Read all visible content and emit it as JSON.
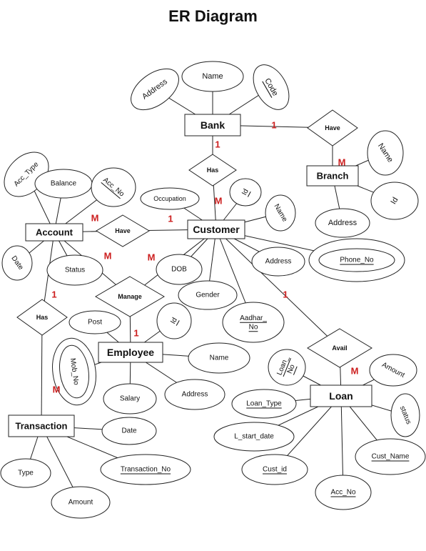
{
  "title": "ER Diagram",
  "nodes": [
    {
      "id": "bank",
      "type": "entity",
      "label": "Bank"
    },
    {
      "id": "branch",
      "type": "entity",
      "label": "Branch"
    },
    {
      "id": "account",
      "type": "entity",
      "label": "Account"
    },
    {
      "id": "customer",
      "type": "entity",
      "label": "Customer"
    },
    {
      "id": "employee",
      "type": "entity",
      "label": "Employee"
    },
    {
      "id": "loan",
      "type": "entity",
      "label": "Loan"
    },
    {
      "id": "transaction",
      "type": "entity",
      "label": "Transaction"
    },
    {
      "id": "have-bank-branch",
      "type": "relationship",
      "label": "Have"
    },
    {
      "id": "has-bank-customer",
      "type": "relationship",
      "label": "Has"
    },
    {
      "id": "have-account-customer",
      "type": "relationship",
      "label": "Have"
    },
    {
      "id": "manage",
      "type": "relationship",
      "label": "Manage"
    },
    {
      "id": "has-account-transaction",
      "type": "relationship",
      "label": "Has"
    },
    {
      "id": "avail",
      "type": "relationship",
      "label": "Avail"
    },
    {
      "id": "bank-address",
      "type": "attribute",
      "label": "Address"
    },
    {
      "id": "bank-name",
      "type": "attribute",
      "label": "Name"
    },
    {
      "id": "bank-code",
      "type": "attribute",
      "label": "Code",
      "key": true
    },
    {
      "id": "branch-name",
      "type": "attribute",
      "label": "Name"
    },
    {
      "id": "branch-id",
      "type": "attribute",
      "label": "Id"
    },
    {
      "id": "branch-address",
      "type": "attribute",
      "label": "Address"
    },
    {
      "id": "acc-type",
      "type": "attribute",
      "label": "Acc_Type"
    },
    {
      "id": "balance",
      "type": "attribute",
      "label": "Balance"
    },
    {
      "id": "acc-no",
      "type": "attribute",
      "label": "Acc_No",
      "key": true
    },
    {
      "id": "account-date",
      "type": "attribute",
      "label": "Date"
    },
    {
      "id": "account-status",
      "type": "attribute",
      "label": "Status"
    },
    {
      "id": "occupation",
      "type": "attribute",
      "label": "Occupation"
    },
    {
      "id": "customer-id",
      "type": "attribute",
      "label": "Id",
      "key": true
    },
    {
      "id": "customer-name",
      "type": "attribute",
      "label": "Name"
    },
    {
      "id": "customer-address",
      "type": "attribute",
      "label": "Address"
    },
    {
      "id": "phone-no",
      "type": "attribute",
      "label": "Phone_No",
      "multivalued": true,
      "spell": true
    },
    {
      "id": "dob",
      "type": "attribute",
      "label": "DOB"
    },
    {
      "id": "gender",
      "type": "attribute",
      "label": "Gender"
    },
    {
      "id": "aadhar-no",
      "type": "attribute",
      "label": "Aadhar_ No",
      "spell": true
    },
    {
      "id": "post",
      "type": "attribute",
      "label": "Post"
    },
    {
      "id": "employee-id",
      "type": "attribute",
      "label": "Id",
      "key": true
    },
    {
      "id": "employee-name",
      "type": "attribute",
      "label": "Name"
    },
    {
      "id": "mob-no",
      "type": "attribute",
      "label": "Mob_No",
      "multivalued": true
    },
    {
      "id": "salary",
      "type": "attribute",
      "label": "Salary"
    },
    {
      "id": "employee-address",
      "type": "attribute",
      "label": "Address"
    },
    {
      "id": "loan-no",
      "type": "attribute",
      "label": "Loan_ No",
      "key": true
    },
    {
      "id": "amount-loan",
      "type": "attribute",
      "label": "Amount"
    },
    {
      "id": "loan-type",
      "type": "attribute",
      "label": "Loan_Type",
      "spell": true
    },
    {
      "id": "loan-status",
      "type": "attribute",
      "label": "status"
    },
    {
      "id": "l-start-date",
      "type": "attribute",
      "label": "L_start_date"
    },
    {
      "id": "cust-id",
      "type": "attribute",
      "label": "Cust_id",
      "spell": true
    },
    {
      "id": "cust-name",
      "type": "attribute",
      "label": "Cust_Name",
      "spell": true
    },
    {
      "id": "loan-acc-no",
      "type": "attribute",
      "label": "Acc_No",
      "spell": true
    },
    {
      "id": "transaction-date",
      "type": "attribute",
      "label": "Date"
    },
    {
      "id": "transaction-no",
      "type": "attribute",
      "label": "Transaction_No",
      "spell": true
    },
    {
      "id": "transaction-type",
      "type": "attribute",
      "label": "Type"
    },
    {
      "id": "transaction-amount",
      "type": "attribute",
      "label": "Amount"
    }
  ],
  "edges": [
    {
      "from": "bank",
      "to": "have-bank-branch",
      "label": "1"
    },
    {
      "from": "have-bank-branch",
      "to": "branch",
      "label": "M"
    },
    {
      "from": "bank",
      "to": "has-bank-customer",
      "label": "1"
    },
    {
      "from": "has-bank-customer",
      "to": "customer",
      "label": "M"
    },
    {
      "from": "account",
      "to": "have-account-customer",
      "label": ""
    },
    {
      "from": "have-account-customer",
      "to": "customer",
      "label": ""
    },
    {
      "from": "account",
      "to": "manage",
      "label": ""
    },
    {
      "from": "customer",
      "to": "manage",
      "label": ""
    },
    {
      "from": "manage",
      "to": "employee",
      "label": ""
    },
    {
      "from": "account",
      "to": "has-account-transaction",
      "label": ""
    },
    {
      "from": "has-account-transaction",
      "to": "transaction",
      "label": ""
    },
    {
      "from": "customer",
      "to": "avail",
      "label": ""
    },
    {
      "from": "avail",
      "to": "loan",
      "label": ""
    },
    {
      "from": "bank",
      "to": "bank-address",
      "label": ""
    },
    {
      "from": "bank",
      "to": "bank-name",
      "label": ""
    },
    {
      "from": "bank",
      "to": "bank-code",
      "label": ""
    },
    {
      "from": "branch",
      "to": "branch-name",
      "label": ""
    },
    {
      "from": "branch",
      "to": "branch-id",
      "label": ""
    },
    {
      "from": "branch",
      "to": "branch-address",
      "label": ""
    },
    {
      "from": "account",
      "to": "acc-type",
      "label": ""
    },
    {
      "from": "account",
      "to": "balance",
      "label": ""
    },
    {
      "from": "account",
      "to": "acc-no",
      "label": ""
    },
    {
      "from": "account",
      "to": "account-date",
      "label": ""
    },
    {
      "from": "account",
      "to": "account-status",
      "label": ""
    },
    {
      "from": "customer",
      "to": "occupation",
      "label": ""
    },
    {
      "from": "customer",
      "to": "customer-id",
      "label": ""
    },
    {
      "from": "customer",
      "to": "customer-name",
      "label": ""
    },
    {
      "from": "customer",
      "to": "customer-address",
      "label": ""
    },
    {
      "from": "customer",
      "to": "phone-no",
      "label": ""
    },
    {
      "from": "customer",
      "to": "dob",
      "label": ""
    },
    {
      "from": "customer",
      "to": "gender",
      "label": ""
    },
    {
      "from": "customer",
      "to": "aadhar-no",
      "label": ""
    },
    {
      "from": "employee",
      "to": "post",
      "label": ""
    },
    {
      "from": "employee",
      "to": "employee-id",
      "label": ""
    },
    {
      "from": "employee",
      "to": "employee-name",
      "label": ""
    },
    {
      "from": "employee",
      "to": "mob-no",
      "label": ""
    },
    {
      "from": "employee",
      "to": "salary",
      "label": ""
    },
    {
      "from": "employee",
      "to": "employee-address",
      "label": ""
    },
    {
      "from": "loan",
      "to": "loan-no",
      "label": ""
    },
    {
      "from": "loan",
      "to": "amount-loan",
      "label": ""
    },
    {
      "from": "loan",
      "to": "loan-type",
      "label": ""
    },
    {
      "from": "loan",
      "to": "loan-status",
      "label": ""
    },
    {
      "from": "loan",
      "to": "l-start-date",
      "label": ""
    },
    {
      "from": "loan",
      "to": "cust-id",
      "label": ""
    },
    {
      "from": "loan",
      "to": "cust-name",
      "label": ""
    },
    {
      "from": "loan",
      "to": "loan-acc-no",
      "label": ""
    },
    {
      "from": "transaction",
      "to": "transaction-date",
      "label": ""
    },
    {
      "from": "transaction",
      "to": "transaction-no",
      "label": ""
    },
    {
      "from": "transaction",
      "to": "transaction-type",
      "label": ""
    },
    {
      "from": "transaction",
      "to": "transaction-amount",
      "label": ""
    }
  ],
  "cardinality_labels": [
    "1",
    "M",
    "1",
    "M",
    "M",
    "1",
    "M",
    "M",
    "1",
    "1",
    "1",
    "M",
    "M"
  ]
}
